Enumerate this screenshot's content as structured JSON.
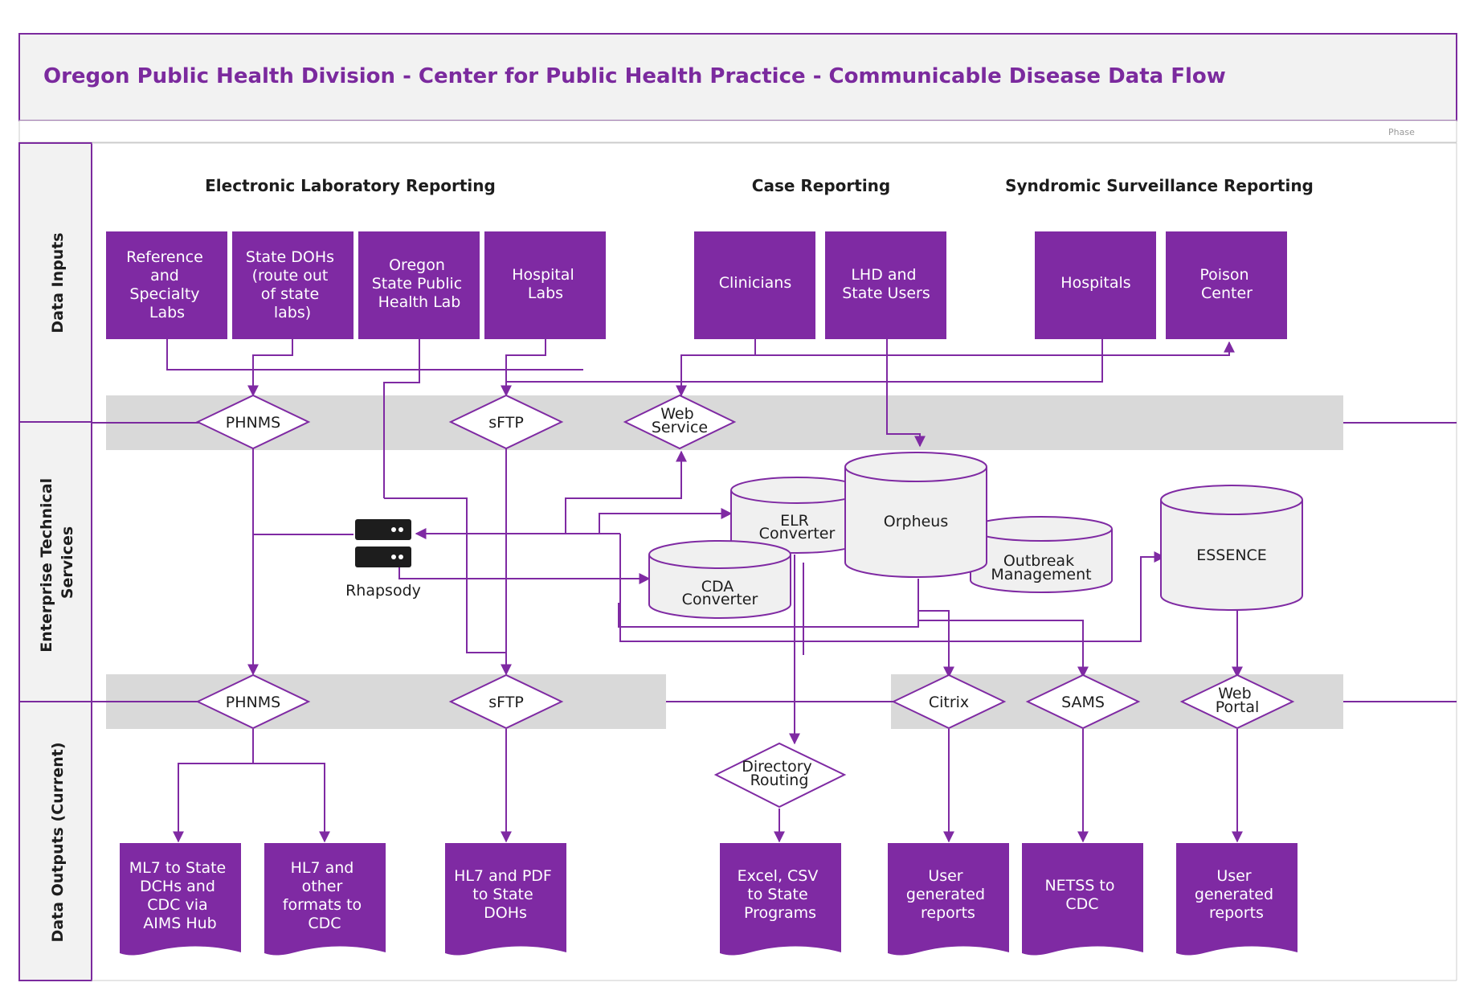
{
  "title": "Oregon Public Health Division - Center for Public Health Practice - Communicable Disease Data Flow",
  "phase_label": "Phase",
  "lanes": {
    "inputs": "Data Inputs",
    "services": [
      "Enterprise Technical",
      "Services"
    ],
    "outputs": "Data Outputs (Current)"
  },
  "section_headers": {
    "elr": "Electronic Laboratory Reporting",
    "case": "Case Reporting",
    "syndromic": "Syndromic Surveillance Reporting"
  },
  "inputs": {
    "ref_labs": [
      "Reference",
      "and",
      "Specialty",
      "Labs"
    ],
    "state_dohs": [
      "State DOHs",
      "(route out",
      "of state",
      "labs)"
    ],
    "ospl": [
      "Oregon",
      "State Public",
      "Health Lab"
    ],
    "hospital_labs": [
      "Hospital",
      "Labs"
    ],
    "clinicians": [
      "Clinicians"
    ],
    "lhd": [
      "LHD and",
      "State Users"
    ],
    "hospitals": [
      "Hospitals"
    ],
    "poison": [
      "Poison",
      "Center"
    ]
  },
  "services": {
    "phnms_top": [
      "PHNMS"
    ],
    "sftp_top": [
      "sFTP"
    ],
    "web_service": [
      "Web",
      "Service"
    ],
    "rhapsody": "Rhapsody",
    "elr_converter": [
      "ELR",
      "Converter"
    ],
    "orpheus": [
      "Orpheus"
    ],
    "outbreak": [
      "Outbreak",
      "Management"
    ],
    "cda_converter": [
      "CDA",
      "Converter"
    ],
    "essence": [
      "ESSENCE"
    ],
    "phnms_bottom": [
      "PHNMS"
    ],
    "sftp_bottom": [
      "sFTP"
    ],
    "citrix": [
      "Citrix"
    ],
    "sams": [
      "SAMS"
    ],
    "web_portal": [
      "Web",
      "Portal"
    ],
    "directory_routing": [
      "Directory",
      "Routing"
    ]
  },
  "outputs": {
    "ml7": [
      "ML7 to State",
      "DCHs and",
      "CDC via",
      "AIMS Hub"
    ],
    "hl7_other": [
      "HL7 and",
      "other",
      "formats to",
      "CDC"
    ],
    "hl7_pdf": [
      "HL7 and PDF",
      "to State",
      "DOHs"
    ],
    "excel": [
      "Excel, CSV",
      "to State",
      "Programs"
    ],
    "user_reports_1": [
      "User",
      "generated",
      "reports"
    ],
    "netss": [
      "NETSS to",
      "CDC"
    ],
    "user_reports_2": [
      "User",
      "generated",
      "reports"
    ]
  },
  "colors": {
    "purple": "#7f2aa3",
    "title_purple": "#7b2a9e",
    "band_gray": "#d9d9d9",
    "panel_gray": "#f2f2f2"
  }
}
